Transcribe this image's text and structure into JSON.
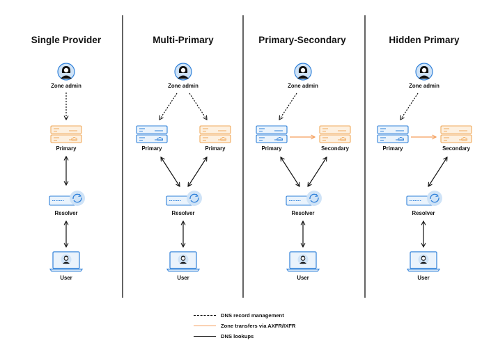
{
  "columns": [
    {
      "title": "Single Provider",
      "admin_label": "Zone admin",
      "primary_label": "Primary",
      "resolver_label": "Resolver",
      "user_label": "User"
    },
    {
      "title": "Multi-Primary",
      "admin_label": "Zone admin",
      "primary_label_left": "Primary",
      "primary_label_right": "Primary",
      "resolver_label": "Resolver",
      "user_label": "User"
    },
    {
      "title": "Primary-Secondary",
      "admin_label": "Zone admin",
      "primary_label": "Primary",
      "secondary_label": "Secondary",
      "resolver_label": "Resolver",
      "user_label": "User"
    },
    {
      "title": "Hidden Primary",
      "admin_label": "Zone admin",
      "primary_label": "Primary",
      "secondary_label": "Secondary",
      "resolver_label": "Resolver",
      "user_label": "User"
    }
  ],
  "legend": {
    "record_management": "DNS record management",
    "zone_transfers": "Zone transfers via AXFR/IXFR",
    "lookups": "DNS lookups"
  },
  "colors": {
    "blue_stroke": "#2f80d9",
    "blue_fill": "#eaf3fc",
    "blue_light": "#cfe3f7",
    "orange_stroke": "#f0a95a",
    "orange_fill": "#fdf0e0",
    "transfer_arrow": "#f59e5b",
    "divider": "#111111",
    "text": "#111111"
  },
  "icons": {
    "admin": "person-avatar-icon",
    "server": "dns-server-icon",
    "resolver": "resolver-icon",
    "user": "laptop-user-icon"
  }
}
